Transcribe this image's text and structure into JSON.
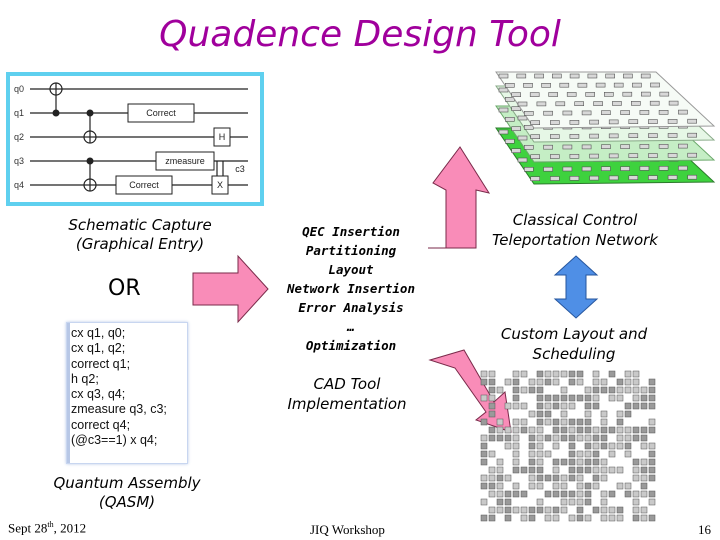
{
  "title": "Quadence Design Tool",
  "circuit": {
    "qubits": [
      "q0",
      "q1",
      "q2",
      "q3",
      "q4"
    ],
    "gates": {
      "correct_1": "Correct",
      "h": "H",
      "zmeasure": "zmeasure",
      "c3": "c3",
      "correct_2": "Correct",
      "x": "X"
    }
  },
  "schematic_label": [
    "Schematic Capture",
    "(Graphical Entry)"
  ],
  "or_label": "OR",
  "qasm_code": [
    "cx q1, q0;",
    "cx q1, q2;",
    "correct q1;",
    "h q2;",
    "cx q3, q4;",
    "zmeasure q3, c3;",
    "correct q4;",
    "(@c3==1) x q4;"
  ],
  "qasm_label": [
    "Quantum Assembly",
    "(QASM)"
  ],
  "cad_steps": [
    "QEC Insertion",
    "Partitioning",
    "Layout",
    "Network Insertion",
    "Error Analysis",
    "…",
    "Optimization"
  ],
  "cad_label": [
    "CAD Tool",
    "Implementation"
  ],
  "classical_label": [
    "Classical Control",
    "Teleportation Network"
  ],
  "custom_label": [
    "Custom Layout and",
    "Scheduling"
  ],
  "footer": {
    "date": "Sept 28",
    "date_sup": "th",
    "date_year": ", 2012",
    "venue": "JIQ Workshop",
    "page": "16"
  },
  "colors": {
    "title": "#a0009c",
    "arrow_fill": "#f98cb8",
    "arrow_stroke": "#7a2a4a",
    "circuit_border": "#5fd0ef",
    "double_arrow": "#4f8fe6",
    "layout_green": "#3ed23e"
  }
}
